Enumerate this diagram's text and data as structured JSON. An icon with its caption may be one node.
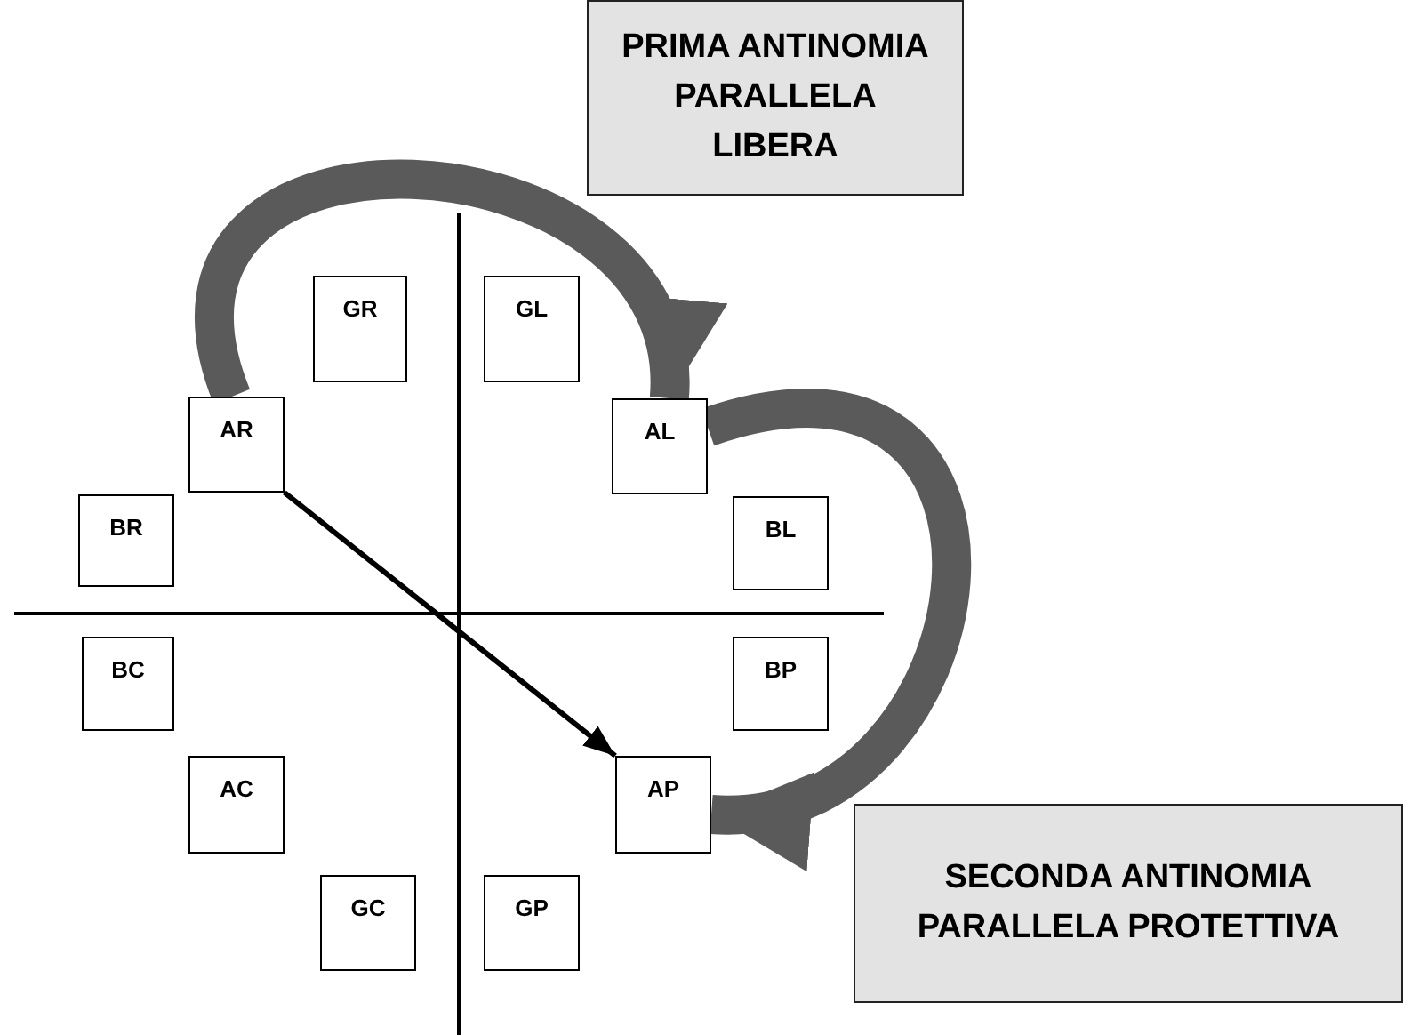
{
  "diagram": {
    "nodes": [
      {
        "text": [
          "PRIMA ANTINOMIA PARALLELA LIBERA"
        ]
      },
      {
        "text": [
          "GR"
        ]
      },
      {
        "text": [
          "GL"
        ]
      },
      {
        "text": [
          "AR"
        ]
      },
      {
        "text": [
          "AL"
        ]
      },
      {
        "text": [
          "BR"
        ]
      },
      {
        "text": [
          "BL"
        ]
      },
      {
        "text": [
          "BC"
        ]
      },
      {
        "text": [
          "BP"
        ]
      },
      {
        "text": [
          "AC"
        ]
      },
      {
        "text": [
          "AP"
        ]
      },
      {
        "text": [
          "GC"
        ]
      },
      {
        "text": [
          "GP"
        ]
      },
      {
        "text": [
          "SECONDA ANTINOMIA PARALLELA PROTETTIVA"
        ]
      }
    ],
    "edges": [
      {
        "from": 3,
        "to": 4,
        "arrow": "to"
      },
      {
        "from": 4,
        "to": 10,
        "arrow": "to"
      },
      {
        "from": 3,
        "to": 10,
        "arrow": "to",
        "color": "#000000"
      }
    ]
  }
}
